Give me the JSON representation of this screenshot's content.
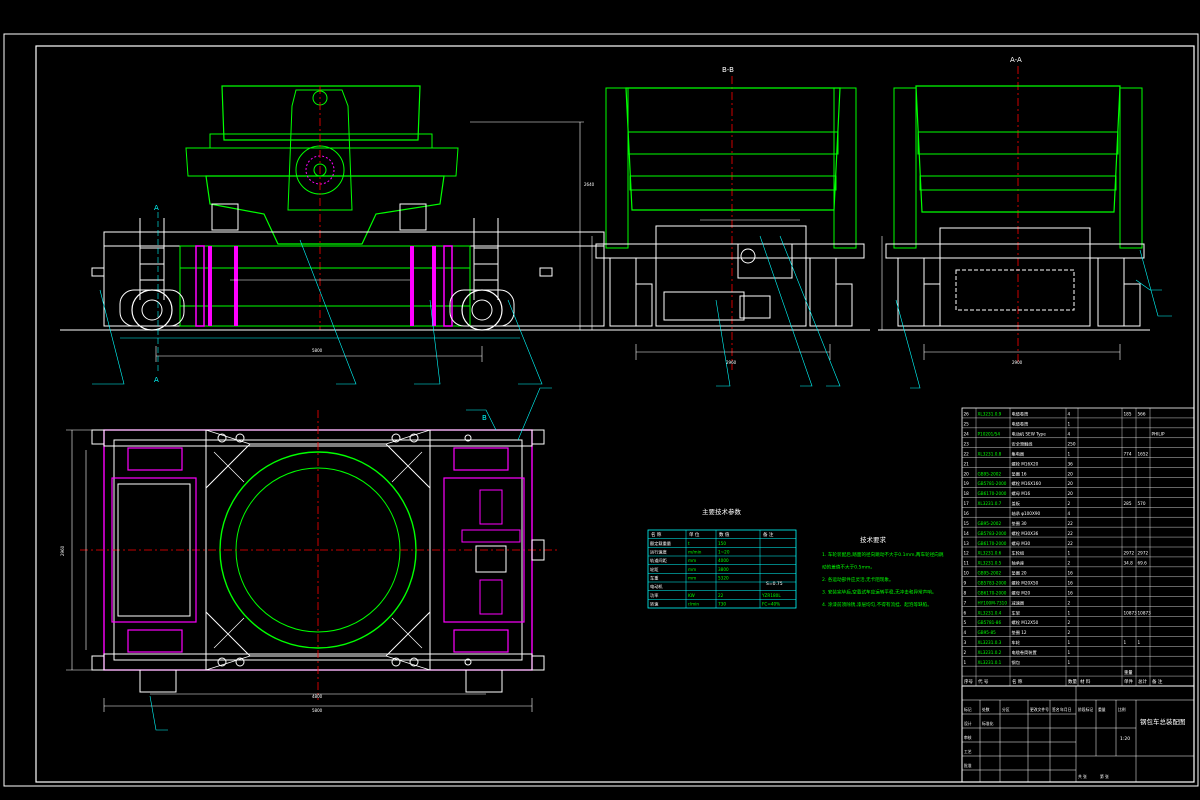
{
  "section_labels": {
    "bb": "B-B",
    "aa": "A-A",
    "a_top": "A",
    "a_bottom": "A",
    "b_plan": "B"
  },
  "dimensions": {
    "height_total": "2640",
    "length_main": "5800",
    "width_bb": "2960",
    "width_aa": "2900",
    "plan_length": "5800",
    "plan_inner": "4800",
    "plan_width": "2960"
  },
  "parameter_table": {
    "title": "主要技术参数",
    "headers": [
      "名 称",
      "单 位",
      "数 值",
      "备 注"
    ],
    "rows": [
      [
        "额定载重量",
        "t",
        "150",
        ""
      ],
      [
        "运行速度",
        "m/min",
        "1~20",
        ""
      ],
      [
        "轨道间距",
        "mm",
        "4000",
        ""
      ],
      [
        "轮距",
        "mm",
        "3800",
        ""
      ],
      [
        "车重",
        "mm",
        "5320",
        ""
      ],
      [
        "电动机",
        "",
        "",
        ""
      ],
      [
        "功率",
        "KW",
        "22",
        "YZR180L"
      ],
      [
        "转速",
        "r/min",
        "730",
        "FC=40%"
      ]
    ],
    "note_row_extra": "S=0.75"
  },
  "tech_requirements": {
    "title": "技术要求",
    "items": [
      "1.  车轮装配后,踏面的径向跳动不大于0.1mm,两车轮径向跳",
      "    动的差值不大于0.5mm。",
      "2.  各运动部件应灵活,无卡阻现象。",
      "3.  安装完毕后,空载试车应运转平稳,无冲击和异常声响。",
      "4.  涂漆前须除锈,漆层均匀,不得有流挂、起泡等缺陷。"
    ]
  },
  "parts_list": {
    "rows": [
      [
        "26",
        "XL3231.0.9",
        "电缆卷筒",
        "4",
        "",
        "185",
        "566",
        ""
      ],
      [
        "25",
        "",
        "电缆卷筒",
        "1",
        "",
        "",
        "",
        ""
      ],
      [
        "24",
        "P10201/54",
        "电动机 SEW Type",
        "4",
        "",
        "",
        "",
        "PHILIP"
      ],
      [
        "23",
        "",
        "安全滑触线",
        "250",
        "",
        "",
        "",
        ""
      ],
      [
        "22",
        "XL3231.0.8",
        "集电器",
        "1",
        "",
        "774",
        "1652",
        ""
      ],
      [
        "21",
        "",
        "螺栓 M16X20",
        "36",
        "",
        "",
        "",
        ""
      ],
      [
        "20",
        "GB95-2002",
        "垫圈 16",
        "20",
        "",
        "",
        "",
        ""
      ],
      [
        "19",
        "GB5781-2000",
        "螺栓 M16X160",
        "20",
        "",
        "",
        "",
        ""
      ],
      [
        "18",
        "GB6170-2000",
        "螺母 M16",
        "20",
        "",
        "",
        "",
        ""
      ],
      [
        "17",
        "XL3231.0.7",
        "盖板",
        "2",
        "",
        "285",
        "570",
        ""
      ],
      [
        "16",
        "",
        "轴承 φ100X90",
        "4",
        "",
        "",
        "",
        ""
      ],
      [
        "15",
        "GB95-2002",
        "垫圈 30",
        "22",
        "",
        "",
        "",
        ""
      ],
      [
        "14",
        "GB5783-2000",
        "螺栓 M30X36",
        "22",
        "",
        "",
        "",
        ""
      ],
      [
        "13",
        "GB6170-2000",
        "螺母 M30",
        "22",
        "",
        "",
        "",
        ""
      ],
      [
        "12",
        "XL3231.0.6",
        "车轮组",
        "1",
        "",
        "2972",
        "2972",
        ""
      ],
      [
        "11",
        "XL3231.0.5",
        "轴承座",
        "2",
        "",
        "34.8",
        "69.6",
        ""
      ],
      [
        "10",
        "GB95-2002",
        "垫圈 20",
        "16",
        "",
        "",
        "",
        ""
      ],
      [
        "9",
        "GB5783-2000",
        "螺栓 M20X50",
        "16",
        "",
        "",
        "",
        ""
      ],
      [
        "8",
        "GB6170-2000",
        "螺母 M20",
        "16",
        "",
        "",
        "",
        ""
      ],
      [
        "7",
        "HY100M-7310",
        "减速器",
        "2",
        "",
        "",
        "",
        ""
      ],
      [
        "6",
        "XL3231.0.4",
        "车架",
        "1",
        "",
        "10873",
        "10873",
        ""
      ],
      [
        "5",
        "GB5781-86",
        "螺栓 M12X50",
        "2",
        "",
        "",
        "",
        ""
      ],
      [
        "4",
        "GB95-85",
        "垫圈 12",
        "2",
        "",
        "",
        "",
        ""
      ],
      [
        "3",
        "XL3231.0.3",
        "车轮",
        "1",
        "",
        "1",
        "1",
        ""
      ],
      [
        "2",
        "XL3231.0.2",
        "电缆卷筒装置",
        "1",
        "",
        "",
        "",
        ""
      ],
      [
        "1",
        "XL3231.0.1",
        "钢包",
        "1",
        "",
        "",
        "",
        ""
      ]
    ],
    "header": [
      "序号",
      "代 号",
      "名 称",
      "数量",
      "材 料",
      "单件",
      "总计",
      "备 注"
    ],
    "weight_header": "重量"
  },
  "title_block": {
    "drawing_title": "钢包车总装配图",
    "scale": "1:20",
    "labels": [
      "标记",
      "处数",
      "分区",
      "更改文件号",
      "签名",
      "年月日",
      "设计",
      "标准化",
      "审核",
      "工艺",
      "批准",
      "阶段标记",
      "重量",
      "比例",
      "共 张",
      "第 张"
    ]
  },
  "colors": {
    "frame": "#ffffff",
    "outline": "#ffffff",
    "primary": "#00ff00",
    "accent": "#ff00ff",
    "dim": "#ffffff",
    "center": "#ff0000",
    "cyan": "#00ffff",
    "yellow": "#ffff00"
  }
}
